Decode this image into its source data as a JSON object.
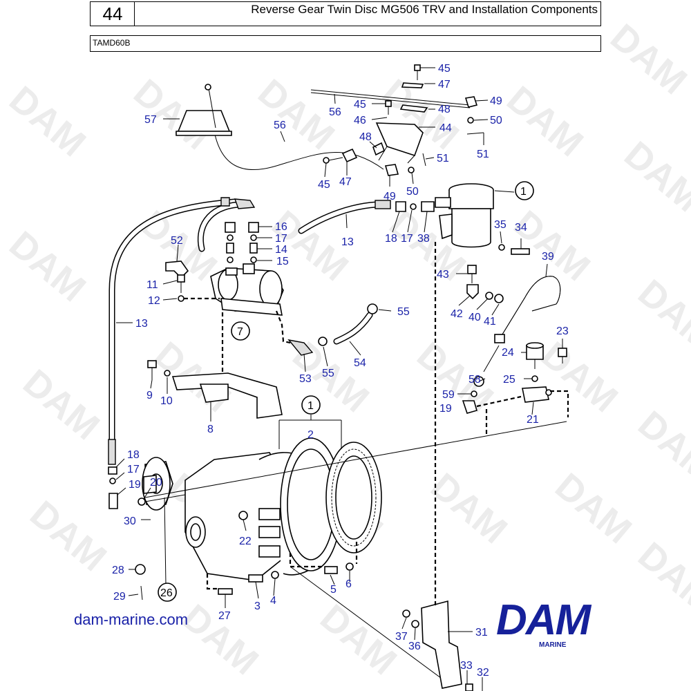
{
  "header": {
    "page_number": "44",
    "title": "Reverse Gear Twin Disc MG506 TRV and Installation Components",
    "model": "TAMD60B"
  },
  "watermark": "DAM",
  "footer": {
    "website": "dam-marine.com",
    "brand": "DAM",
    "brand_sub": "MARINE"
  },
  "colors": {
    "label": "#1a22a8",
    "brand": "#16219a",
    "watermark": "#ececec"
  },
  "callouts": {
    "c1a": "1",
    "c1b": "1",
    "c7": "7",
    "c26": "26"
  },
  "labels": {
    "l45a": "45",
    "l47a": "47",
    "l49a": "49",
    "l50a": "50",
    "l51a": "51",
    "l56a": "56",
    "l45b": "45",
    "l48a": "48",
    "l46": "46",
    "l44": "44",
    "l57": "57",
    "l56b": "56",
    "l48b": "48",
    "l51b": "51",
    "l45c": "45",
    "l47b": "47",
    "l49b": "49",
    "l50b": "50",
    "l16": "16",
    "l17a": "17",
    "l14": "14",
    "l15": "15",
    "l52": "52",
    "l13a": "13",
    "l18a": "18",
    "l17b": "17",
    "l38": "38",
    "l35": "35",
    "l34": "34",
    "l39": "39",
    "l43": "43",
    "l11": "11",
    "l12": "12",
    "l42": "42",
    "l40": "40",
    "l41": "41",
    "l55a": "55",
    "l13b": "13",
    "l23": "23",
    "l24": "24",
    "l53": "53",
    "l55b": "55",
    "l54": "54",
    "l9": "9",
    "l10": "10",
    "l58": "58",
    "l25": "25",
    "l59": "59",
    "l19a": "19",
    "l21": "21",
    "l8": "8",
    "l2": "2",
    "l18b": "18",
    "l17c": "17",
    "l19b": "19",
    "l20": "20",
    "l30": "30",
    "l22": "22",
    "l28": "28",
    "l29": "29",
    "l5": "5",
    "l6": "6",
    "l3": "3",
    "l4": "4",
    "l27": "27",
    "l37": "37",
    "l36": "36",
    "l31": "31",
    "l33": "33",
    "l32": "32"
  }
}
